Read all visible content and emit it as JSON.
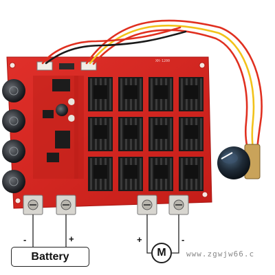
{
  "labels": {
    "battery": "Battery",
    "battery_negative": "-",
    "battery_positive": "+",
    "motor": "M",
    "motor_positive": "+",
    "motor_negative": "-"
  },
  "watermark": "www.zgwjw66.c",
  "silkscreen": {
    "part_number": "XH-1200"
  },
  "colors": {
    "pcb": "#d8261f",
    "heatsink": "#1b1b1b",
    "wire_red": "#e03020",
    "wire_yellow": "#f2c21a",
    "wire_black": "#1a1a1a",
    "knob": "#1e2a36"
  },
  "components": {
    "capacitors": 4,
    "heatsinks": 12,
    "screw_terminals": 4,
    "potentiometer_knob": "pot-knob"
  }
}
